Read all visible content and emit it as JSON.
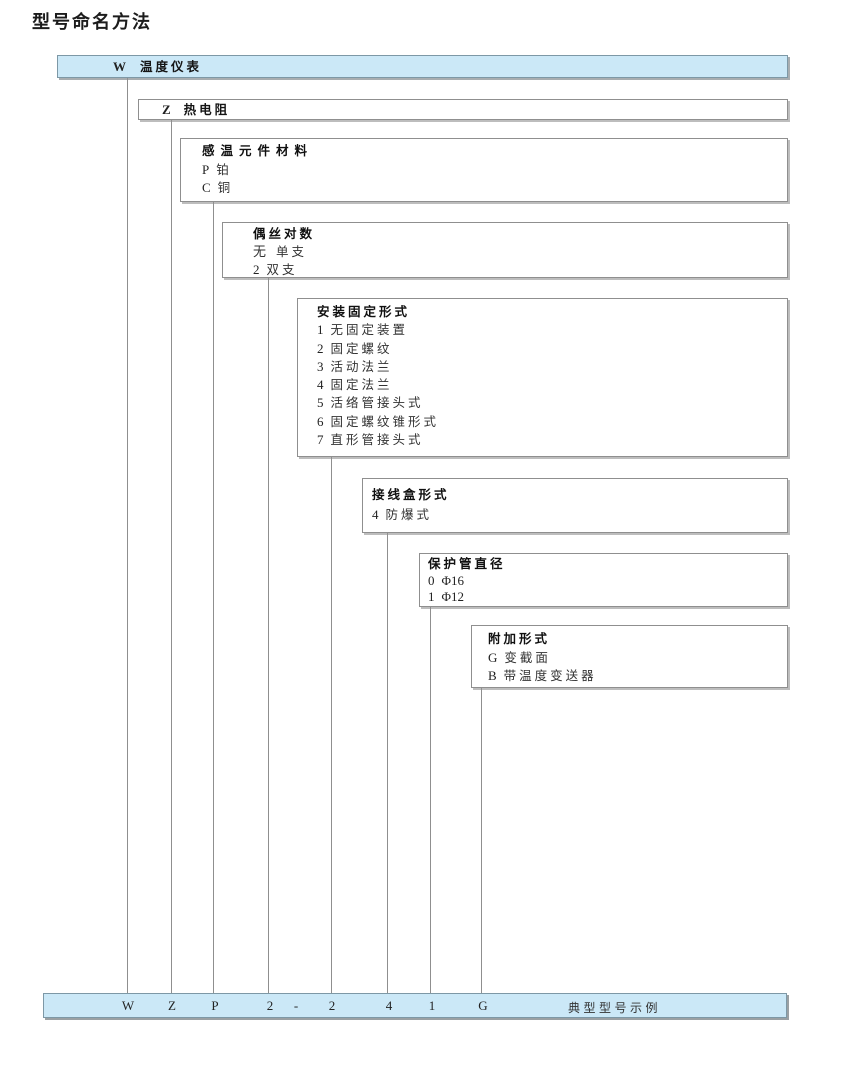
{
  "page": {
    "heading": "型号命名方法"
  },
  "boxes": [
    {
      "code": "W",
      "label": "温度仪表"
    },
    {
      "code": "Z",
      "label": "热电阻"
    },
    {
      "title": "感温元件材料",
      "items": [
        {
          "code": "P",
          "label": "铂"
        },
        {
          "code": "C",
          "label": "铜"
        }
      ]
    },
    {
      "title": "偶丝对数",
      "items": [
        {
          "code": "无",
          "label": "单支"
        },
        {
          "code": "2",
          "label": "双支"
        }
      ]
    },
    {
      "title": "安装固定形式",
      "items": [
        {
          "code": "1",
          "label": "无固定装置"
        },
        {
          "code": "2",
          "label": "固定螺纹"
        },
        {
          "code": "3",
          "label": "活动法兰"
        },
        {
          "code": "4",
          "label": "固定法兰"
        },
        {
          "code": "5",
          "label": "活络管接头式"
        },
        {
          "code": "6",
          "label": "固定螺纹锥形式"
        },
        {
          "code": "7",
          "label": "直形管接头式"
        }
      ]
    },
    {
      "title": "接线盒形式",
      "items": [
        {
          "code": "4",
          "label": "防爆式"
        }
      ]
    },
    {
      "title": "保护管直径",
      "items": [
        {
          "code": "0",
          "label": "Φ16"
        },
        {
          "code": "1",
          "label": "Φ12"
        }
      ]
    },
    {
      "title": "附加形式",
      "items": [
        {
          "code": "G",
          "label": "变截面"
        },
        {
          "code": "B",
          "label": "带温度变送器"
        }
      ]
    }
  ],
  "example_bar": {
    "codes": [
      "W",
      "Z",
      "P",
      "2",
      "-",
      "2",
      "4",
      "1",
      "G"
    ],
    "label": "典型型号示例"
  },
  "colors": {
    "highlight_fill": "#cbe8f7",
    "box_border": "#8f8f8f",
    "line": "#8f8f8f",
    "text": "#222222"
  }
}
